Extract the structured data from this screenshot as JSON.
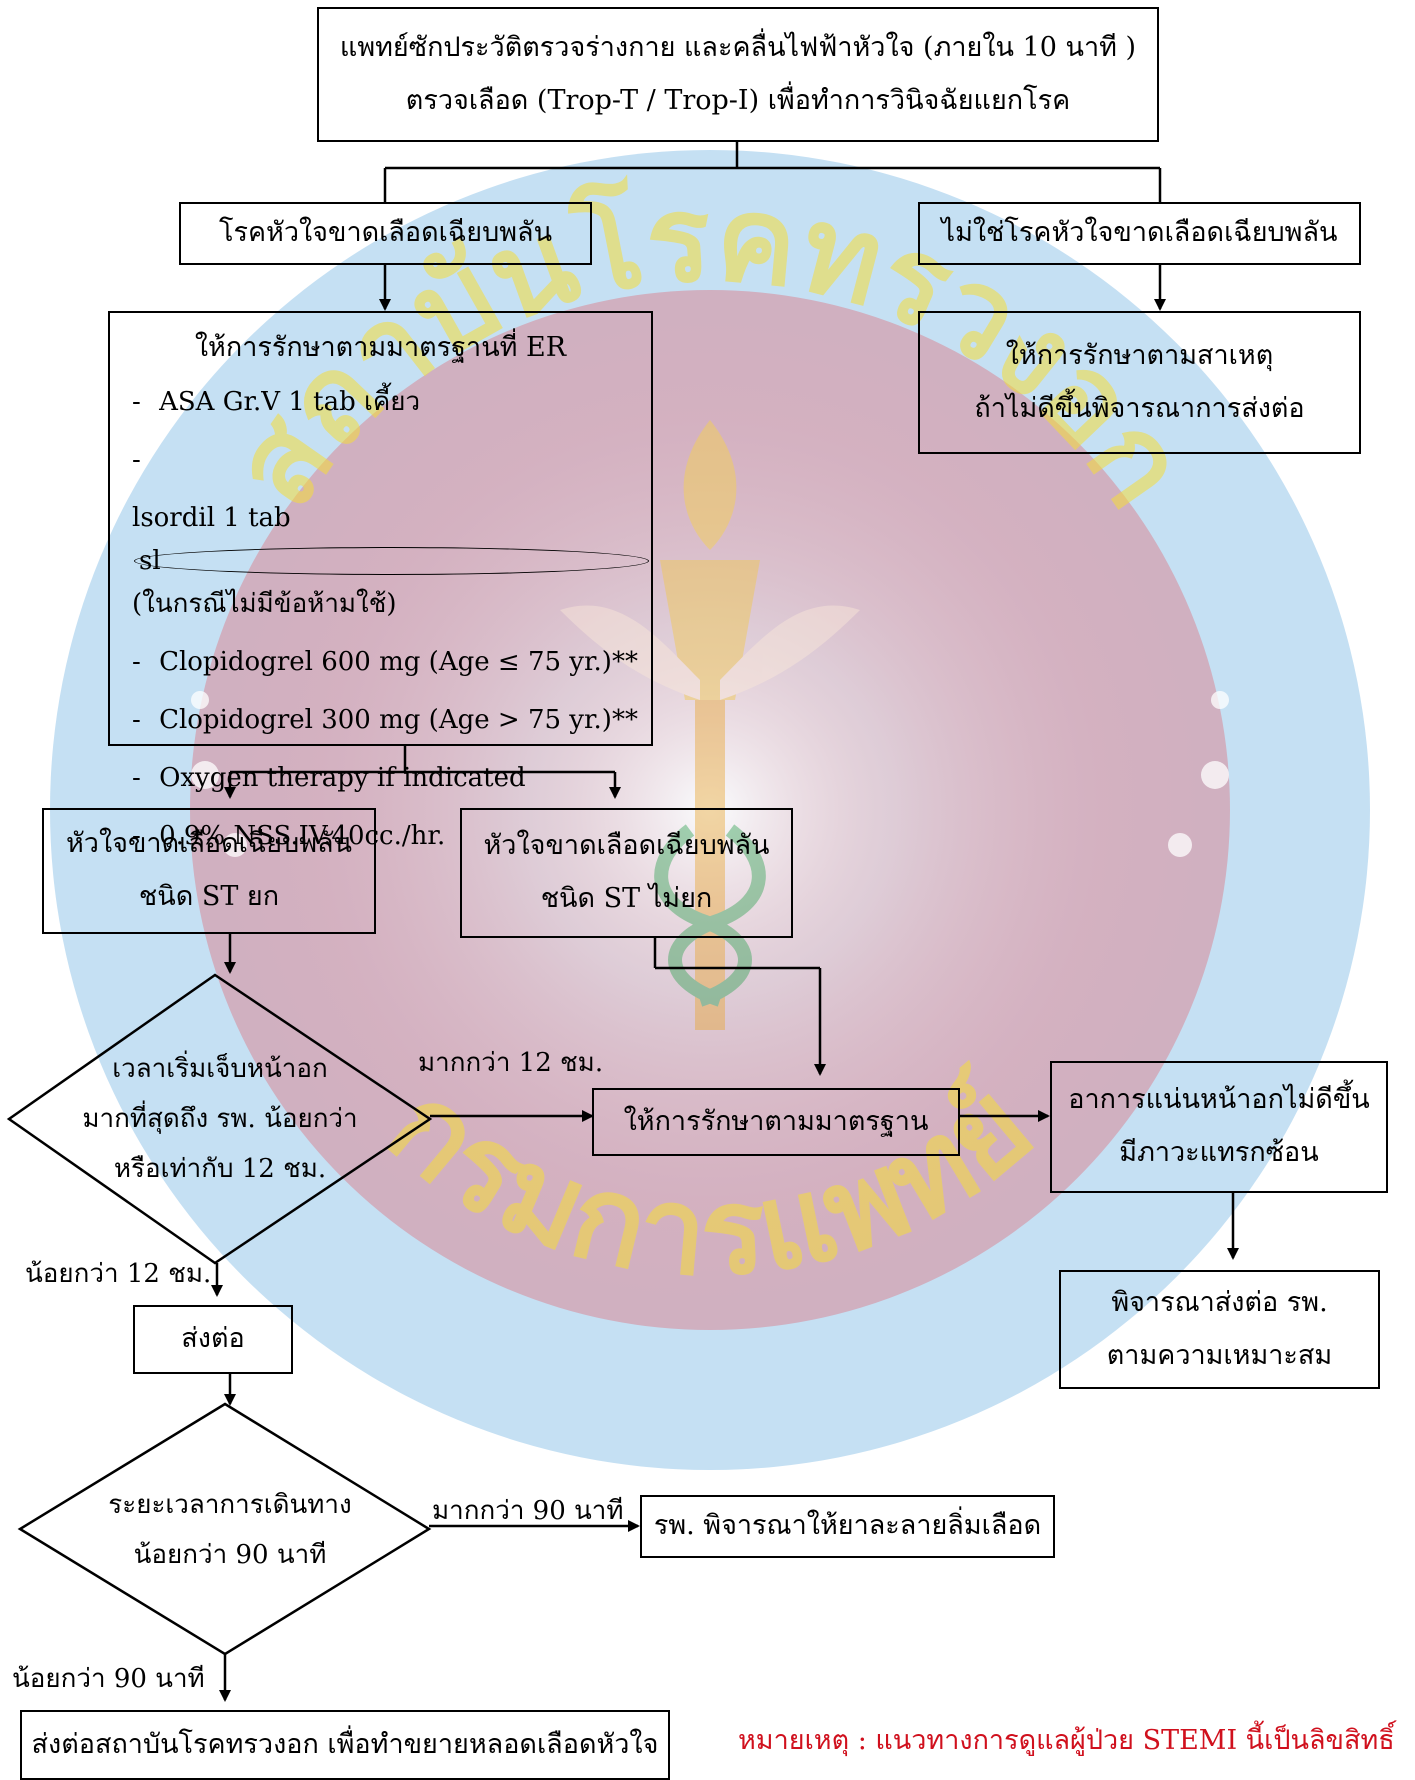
{
  "watermark": {
    "arc_top": "สถาบันโรคทรวงอก",
    "arc_bottom": "กรมการแพทย์",
    "colors": {
      "ring": "#2f8fd4",
      "center": "#e8404a",
      "lettering": "#f5dd3a"
    }
  },
  "boxes": {
    "start": {
      "line1": "แพทย์ซักประวัติตรวจร่างกาย และคลื่นไฟฟ้าหัวใจ (ภายใน 10 นาที )",
      "line2": "ตรวจเลือด (Trop-T / Trop-I) เพื่อทำการวินิจฉัยแยกโรค"
    },
    "acs": {
      "text": "โรคหัวใจขาดเลือดเฉียบพลัน"
    },
    "non_acs": {
      "text": "ไม่ใช่โรคหัวใจขาดเลือดเฉียบพลัน"
    },
    "standard_er": {
      "title": "ให้การรักษาตามมาตรฐานที่ ER",
      "items": {
        "asa": "ASA Gr.V 1 tab เคี้ยว",
        "isordil_a": "lsordil 1 tab",
        "isordil_sl": "sl",
        "isordil_b": "(ในกรณีไม่มีข้อห้ามใช้)",
        "clopi600": "Clopidogrel 600 mg  (Age ≤ 75 yr.)**",
        "clopi300": "Clopidogrel 300 mg (Age > 75 yr.)**",
        "oxygen": "Oxygen therapy if indicated",
        "nss": "0.9%  NSS.IV.40cc./hr."
      }
    },
    "treat_cause": {
      "line1": "ให้การรักษาตามสาเหตุ",
      "line2": "ถ้าไม่ดีขึ้นพิจารณาการส่งต่อ"
    },
    "stemi": {
      "line1": "หัวใจขาดเลือดเฉียบพลัน",
      "line2": "ชนิด ST ยก"
    },
    "nstemi": {
      "line1": "หัวใจขาดเลือดเฉียบพลัน",
      "line2": "ชนิด ST ไม่ยก"
    },
    "standard_treat": {
      "text": "ให้การรักษาตามมาตรฐาน"
    },
    "not_improve": {
      "line1": "อาการแน่นหน้าอกไม่ดีขึ้น",
      "line2": "มีภาวะแทรกซ้อน"
    },
    "consider_refer": {
      "line1": "พิจารณาส่งต่อ รพ.",
      "line2": "ตามความเหมาะสม"
    },
    "refer": {
      "text": "ส่งต่อ"
    },
    "thrombolytic": {
      "text": "รพ. พิจารณาให้ยาละลายลิ่มเลือด"
    },
    "refer_chest": {
      "text": "ส่งต่อสถาบันโรคทรวงอก เพื่อทำขยายหลอดเลือดหัวใจ"
    }
  },
  "decisions": {
    "chest_pain_time": {
      "line1": "เวลาเริ่มเจ็บหน้าอก",
      "line2": "มากที่สุดถึง รพ. น้อยกว่า",
      "line3": "หรือเท่ากับ 12 ชม."
    },
    "travel_time": {
      "line1": "ระยะเวลาการเดินทาง",
      "line2": "น้อยกว่า 90 นาที"
    }
  },
  "edge_labels": {
    "more_12": "มากกว่า 12 ชม.",
    "less_12": "น้อยกว่า 12 ชม.",
    "more_90": "มากกว่า 90 นาที",
    "less_90": "น้อยกว่า 90 นาที"
  },
  "note": {
    "text": "หมายเหตุ : แนวทางการดูแลผู้ป่วย STEMI นี้เป็นลิขสิทธิ์"
  }
}
